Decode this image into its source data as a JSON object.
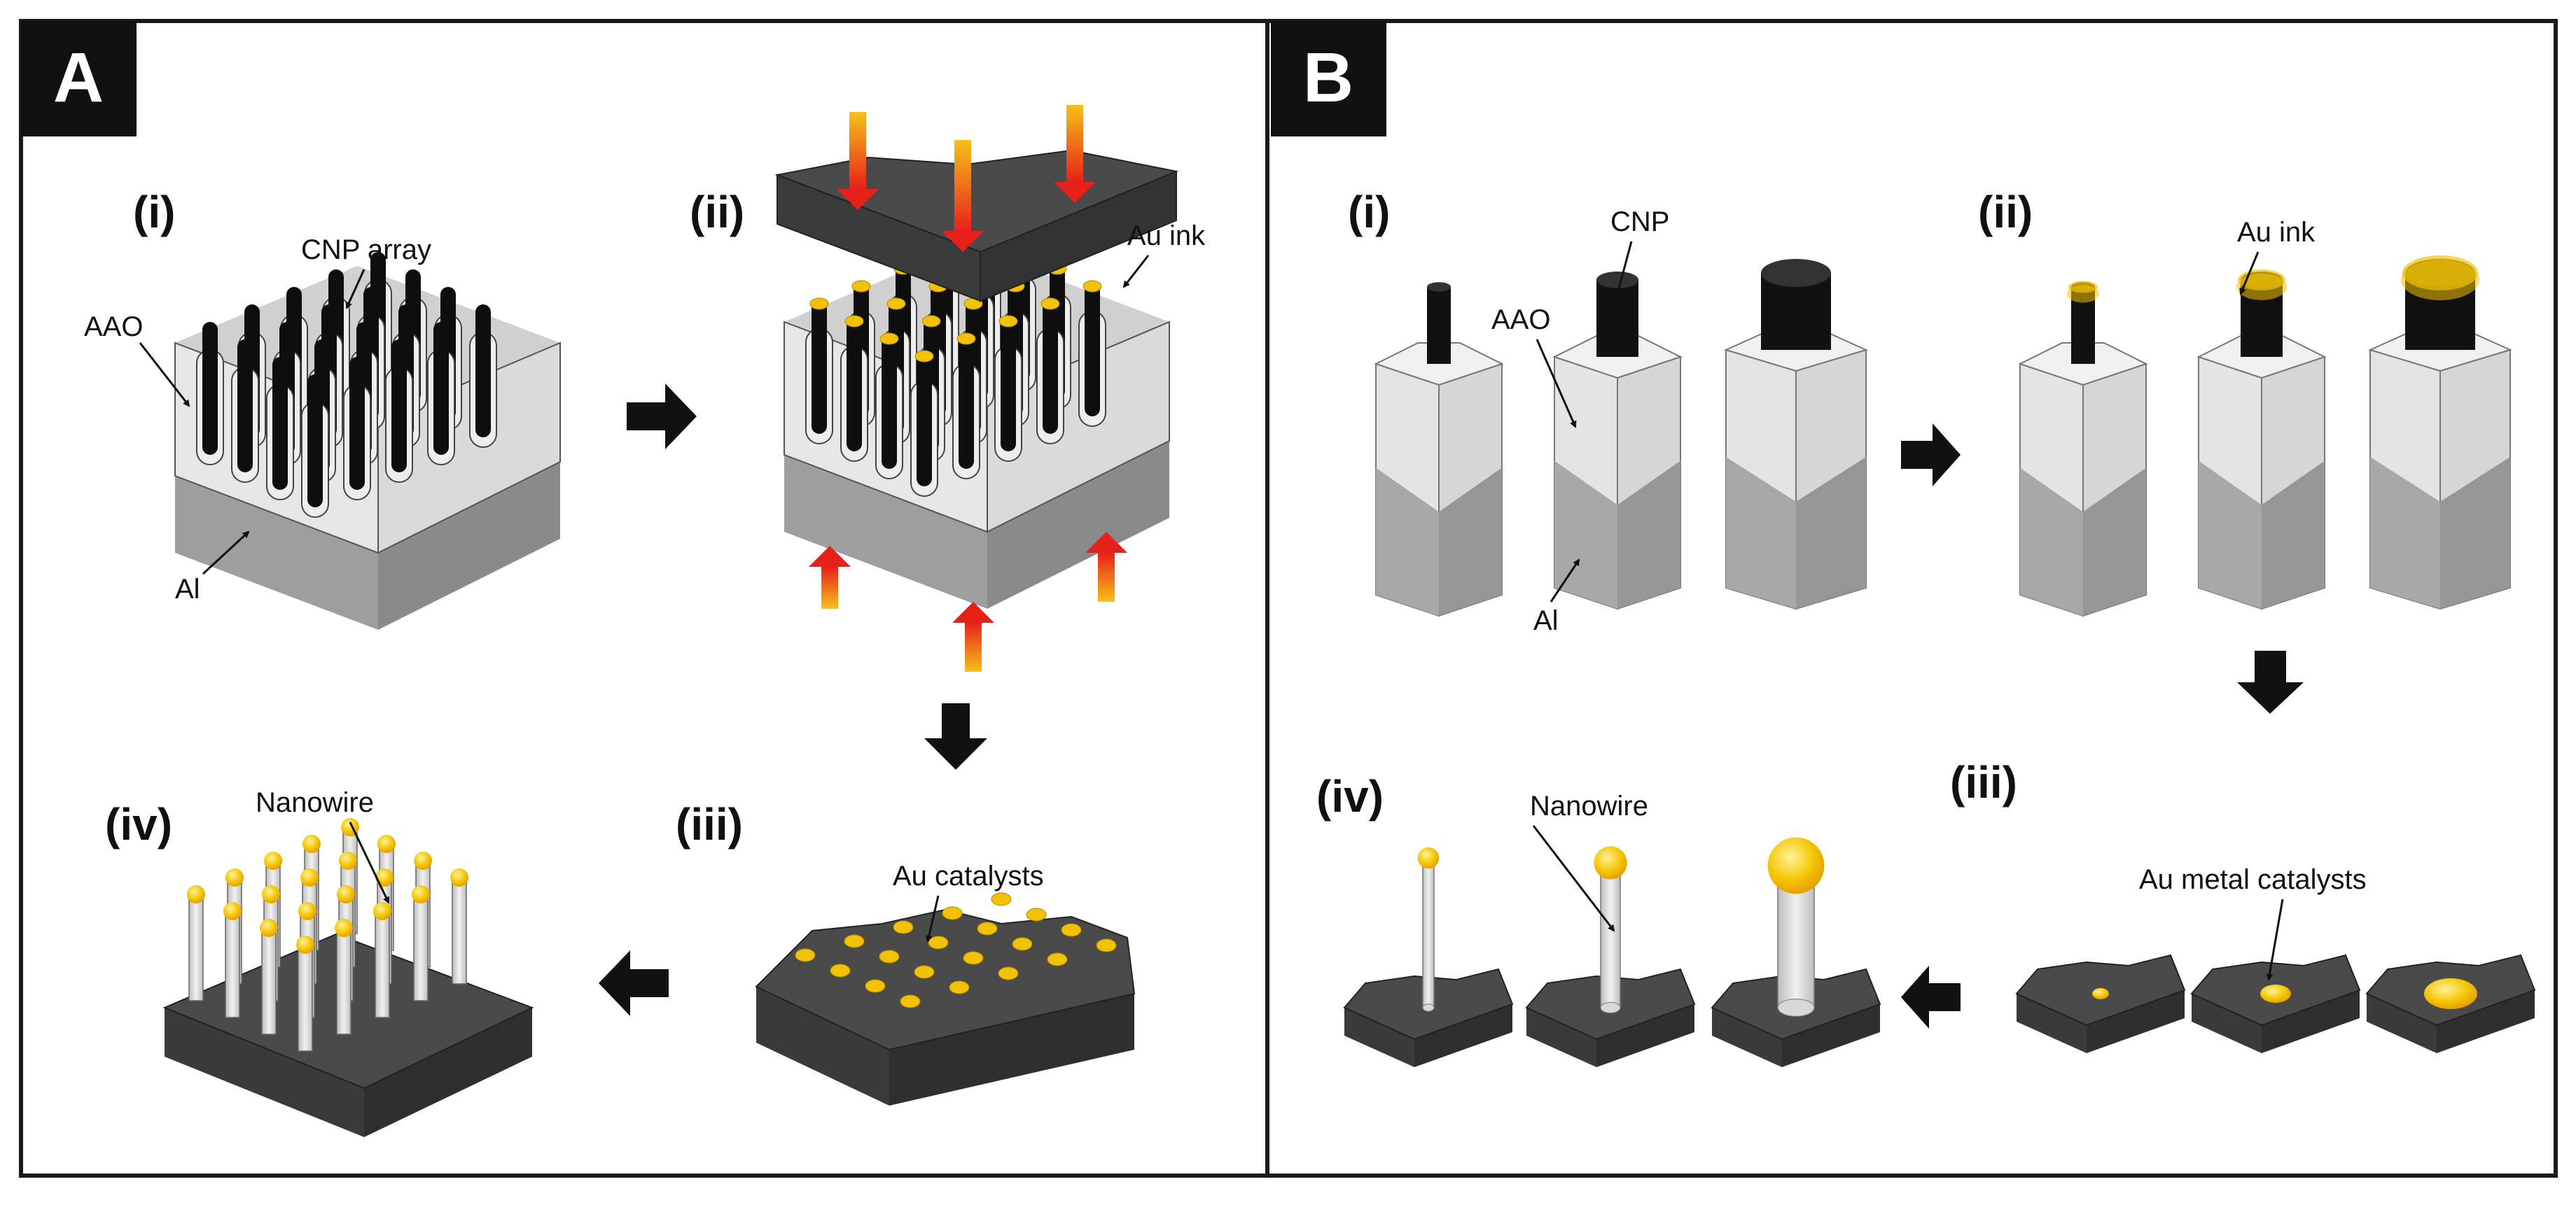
{
  "panels": {
    "A": {
      "letter": "A",
      "steps": {
        "i": "(i)",
        "ii": "(ii)",
        "iii": "(iii)",
        "iv": "(iv)"
      },
      "labels": {
        "cnp_array": "CNP array",
        "aao": "AAO",
        "al": "Al",
        "au_ink": "Au ink",
        "au_catalysts": "Au catalysts",
        "nanowire": "Nanowire"
      }
    },
    "B": {
      "letter": "B",
      "steps": {
        "i": "(i)",
        "ii": "(ii)",
        "iii": "(iii)",
        "iv": "(iv)"
      },
      "labels": {
        "cnp": "CNP",
        "aao": "AAO",
        "al": "Al",
        "au_ink": "Au ink",
        "au_metal_catalysts": "Au metal catalysts",
        "nanowire": "Nanowire"
      }
    }
  },
  "colors": {
    "frame": "#1a1a1a",
    "dark_substrate": "#4a4a4a",
    "aao": "#e2e2e2",
    "al": "#a9a9a9",
    "gold": "#f2c200",
    "arrow_red": "#e8201a"
  }
}
